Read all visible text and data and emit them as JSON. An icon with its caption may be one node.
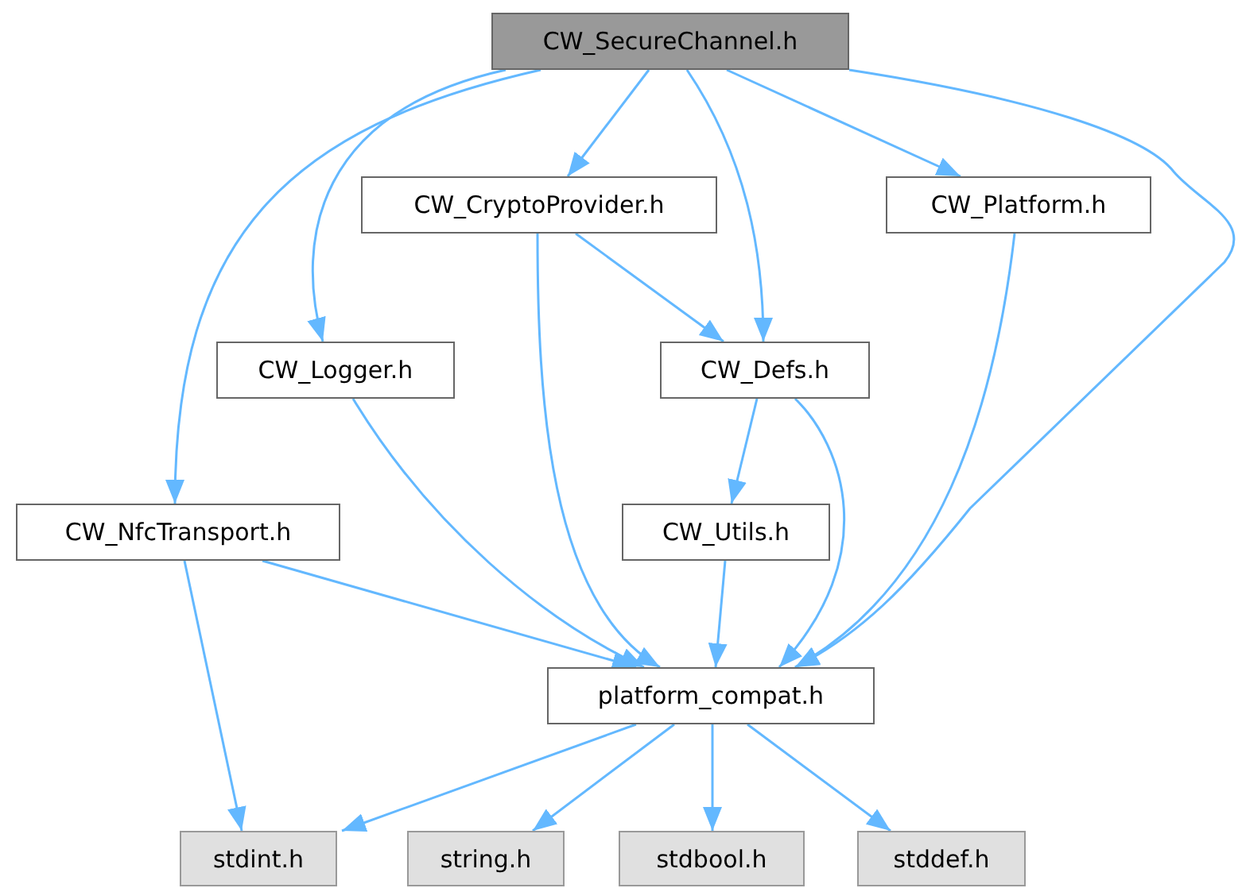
{
  "diagram": {
    "nodes": [
      {
        "text": [
          "CW_SecureChannel.h"
        ]
      },
      {
        "text": [
          "CW_CryptoProvider.h"
        ]
      },
      {
        "text": [
          "CW_Platform.h"
        ]
      },
      {
        "text": [
          "CW_Logger.h"
        ]
      },
      {
        "text": [
          "CW_Defs.h"
        ]
      },
      {
        "text": [
          "CW_NfcTransport.h"
        ]
      },
      {
        "text": [
          "CW_Utils.h"
        ]
      },
      {
        "text": [
          "platform_compat.h"
        ]
      },
      {
        "text": [
          "stdint.h"
        ]
      },
      {
        "text": [
          "string.h"
        ]
      },
      {
        "text": [
          "stdbool.h"
        ]
      },
      {
        "text": [
          "stddef.h"
        ]
      }
    ],
    "edges": [
      {
        "from": 0,
        "to": 5,
        "arrow": "to"
      },
      {
        "from": 0,
        "to": 3,
        "arrow": "to"
      },
      {
        "from": 0,
        "to": 1,
        "arrow": "to"
      },
      {
        "from": 0,
        "to": 4,
        "arrow": "to"
      },
      {
        "from": 0,
        "to": 2,
        "arrow": "to"
      },
      {
        "from": 0,
        "to": 7,
        "arrow": "to"
      },
      {
        "from": 1,
        "to": 4,
        "arrow": "to"
      },
      {
        "from": 1,
        "to": 7,
        "arrow": "to"
      },
      {
        "from": 2,
        "to": 7,
        "arrow": "to"
      },
      {
        "from": 3,
        "to": 7,
        "arrow": "to"
      },
      {
        "from": 4,
        "to": 6,
        "arrow": "to"
      },
      {
        "from": 4,
        "to": 7,
        "arrow": "to"
      },
      {
        "from": 5,
        "to": 7,
        "arrow": "to"
      },
      {
        "from": 5,
        "to": 8,
        "arrow": "to"
      },
      {
        "from": 6,
        "to": 7,
        "arrow": "to"
      },
      {
        "from": 7,
        "to": 8,
        "arrow": "to"
      },
      {
        "from": 7,
        "to": 9,
        "arrow": "to"
      },
      {
        "from": 7,
        "to": 10,
        "arrow": "to"
      },
      {
        "from": 7,
        "to": 11,
        "arrow": "to"
      }
    ]
  }
}
